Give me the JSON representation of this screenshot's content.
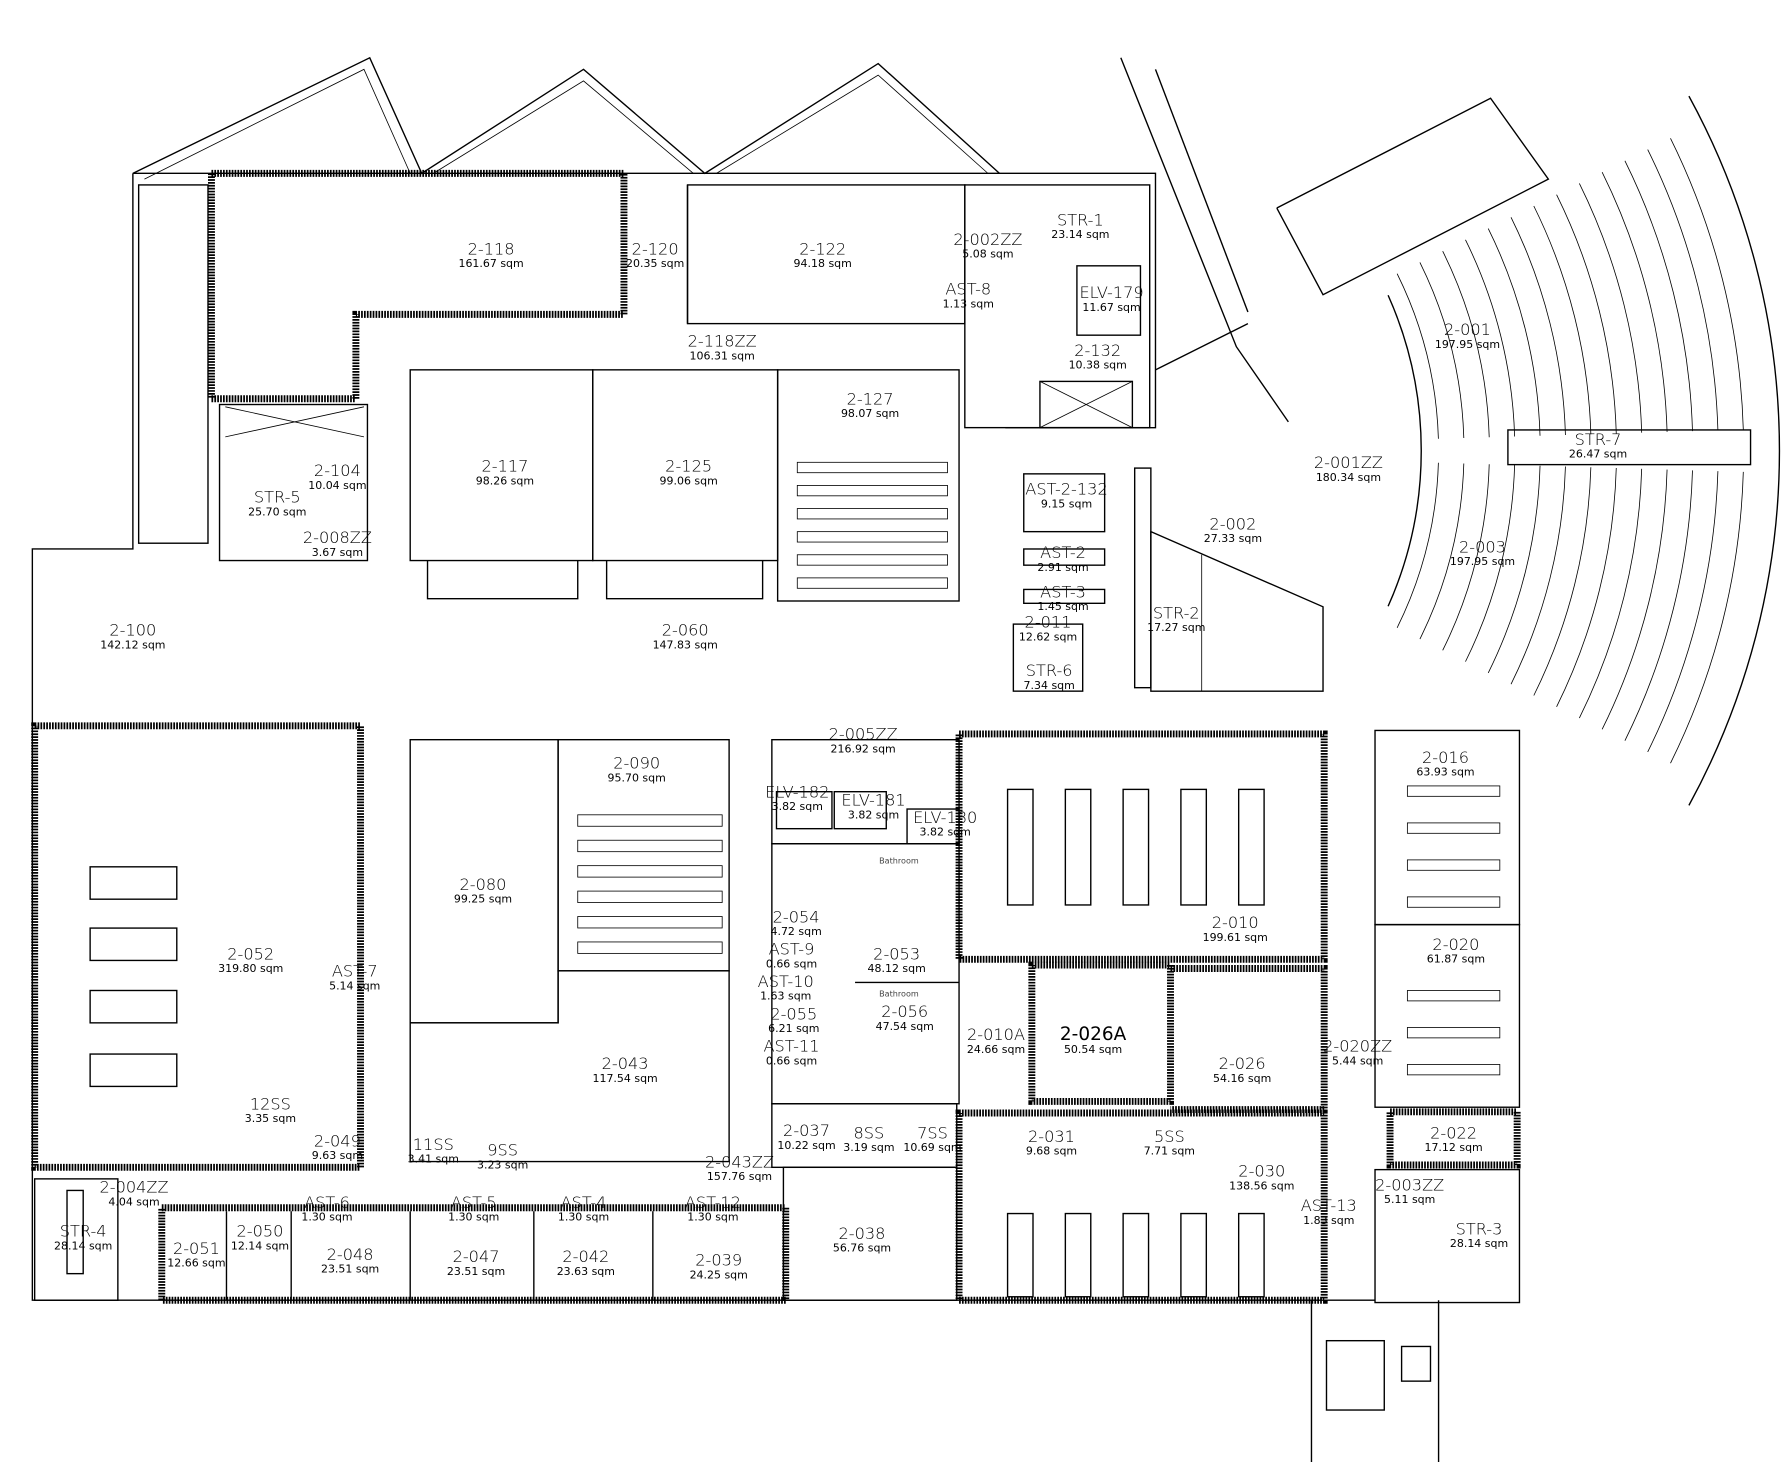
{
  "plan": {
    "rooms": [
      {
        "id": "2-118",
        "area": "161.67 sqm"
      },
      {
        "id": "2-120",
        "area": "20.35 sqm"
      },
      {
        "id": "2-122",
        "area": "94.18 sqm"
      },
      {
        "id": "2-002ZZ",
        "area": "5.08 sqm"
      },
      {
        "id": "AST-8",
        "area": "1.13 sqm"
      },
      {
        "id": "STR-1",
        "area": "23.14 sqm"
      },
      {
        "id": "ELV-179",
        "area": "11.67 sqm"
      },
      {
        "id": "2-132",
        "area": "10.38 sqm"
      },
      {
        "id": "2-118ZZ",
        "area": "106.31 sqm"
      },
      {
        "id": "2-127",
        "area": "98.07 sqm"
      },
      {
        "id": "2-117",
        "area": "98.26 sqm"
      },
      {
        "id": "2-125",
        "area": "99.06 sqm"
      },
      {
        "id": "2-104",
        "area": "10.04 sqm"
      },
      {
        "id": "STR-5",
        "area": "25.70 sqm"
      },
      {
        "id": "2-008ZZ",
        "area": "3.67 sqm"
      },
      {
        "id": "2-001",
        "area": "197.95 sqm"
      },
      {
        "id": "STR-7",
        "area": "26.47 sqm"
      },
      {
        "id": "2-001ZZ",
        "area": "180.34 sqm"
      },
      {
        "id": "AST-2-132",
        "area": "9.15 sqm"
      },
      {
        "id": "2-002",
        "area": "27.33 sqm"
      },
      {
        "id": "2-003",
        "area": "197.95 sqm"
      },
      {
        "id": "AST-2",
        "area": "2.91 sqm"
      },
      {
        "id": "AST-3",
        "area": "1.45 sqm"
      },
      {
        "id": "2-011",
        "area": "12.62 sqm"
      },
      {
        "id": "STR-6",
        "area": "7.34 sqm"
      },
      {
        "id": "STR-2",
        "area": "17.27 sqm"
      },
      {
        "id": "2-100",
        "area": "142.12 sqm"
      },
      {
        "id": "2-060",
        "area": "147.83 sqm"
      },
      {
        "id": "2-005ZZ",
        "area": "216.92 sqm"
      },
      {
        "id": "2-090",
        "area": "95.70 sqm"
      },
      {
        "id": "ELV-182",
        "area": "3.82 sqm"
      },
      {
        "id": "ELV-181",
        "area": "3.82 sqm"
      },
      {
        "id": "ELV-180",
        "area": "3.82 sqm"
      },
      {
        "id": "2-016",
        "area": "63.93 sqm"
      },
      {
        "id": "2-080",
        "area": "99.25 sqm"
      },
      {
        "id": "2-010",
        "area": "199.61 sqm"
      },
      {
        "id": "2-052",
        "area": "319.80 sqm"
      },
      {
        "id": "AST-7",
        "area": "5.14 sqm"
      },
      {
        "id": "2-054",
        "area": "4.72 sqm"
      },
      {
        "id": "AST-9",
        "area": "0.66 sqm"
      },
      {
        "id": "2-053",
        "area": "48.12 sqm"
      },
      {
        "id": "2-020",
        "area": "61.87 sqm"
      },
      {
        "id": "AST-10",
        "area": "1.63 sqm"
      },
      {
        "id": "2-056",
        "area": "47.54 sqm"
      },
      {
        "id": "2-055",
        "area": "6.21 sqm"
      },
      {
        "id": "AST-11",
        "area": "0.66 sqm"
      },
      {
        "id": "2-010A",
        "area": "24.66 sqm"
      },
      {
        "id": "2-026A",
        "area": "50.54 sqm"
      },
      {
        "id": "2-026",
        "area": "54.16 sqm"
      },
      {
        "id": "2-020ZZ",
        "area": "5.44 sqm"
      },
      {
        "id": "2-043",
        "area": "117.54 sqm"
      },
      {
        "id": "12SS",
        "area": "3.35 sqm"
      },
      {
        "id": "2-049",
        "area": "9.63 sqm"
      },
      {
        "id": "2-037",
        "area": "10.22 sqm"
      },
      {
        "id": "8SS",
        "area": "3.19 sqm"
      },
      {
        "id": "7SS",
        "area": "10.69 sqm"
      },
      {
        "id": "2-031",
        "area": "9.68 sqm"
      },
      {
        "id": "5SS",
        "area": "7.71 sqm"
      },
      {
        "id": "2-022",
        "area": "17.12 sqm"
      },
      {
        "id": "11SS",
        "area": "3.41 sqm"
      },
      {
        "id": "9SS",
        "area": "3.23 sqm"
      },
      {
        "id": "2-043ZZ",
        "area": "157.76 sqm"
      },
      {
        "id": "2-030",
        "area": "138.56 sqm"
      },
      {
        "id": "2-004ZZ",
        "area": "4.04 sqm"
      },
      {
        "id": "AST-6",
        "area": "1.30 sqm"
      },
      {
        "id": "AST-5",
        "area": "1.30 sqm"
      },
      {
        "id": "AST-4",
        "area": "1.30 sqm"
      },
      {
        "id": "AST-12",
        "area": "1.30 sqm"
      },
      {
        "id": "2-003ZZ",
        "area": "5.11 sqm"
      },
      {
        "id": "AST-13",
        "area": "1.83 sqm"
      },
      {
        "id": "STR-4",
        "area": "28.14 sqm"
      },
      {
        "id": "STR-3",
        "area": "28.14 sqm"
      },
      {
        "id": "2-051",
        "area": "12.66 sqm"
      },
      {
        "id": "2-050",
        "area": "12.14 sqm"
      },
      {
        "id": "2-048",
        "area": "23.51 sqm"
      },
      {
        "id": "2-047",
        "area": "23.51 sqm"
      },
      {
        "id": "2-042",
        "area": "23.63 sqm"
      },
      {
        "id": "2-039",
        "area": "24.25 sqm"
      },
      {
        "id": "2-038",
        "area": "56.76 sqm"
      }
    ],
    "bathroom_labels": [
      "Bathroom",
      "Bathroom"
    ]
  }
}
